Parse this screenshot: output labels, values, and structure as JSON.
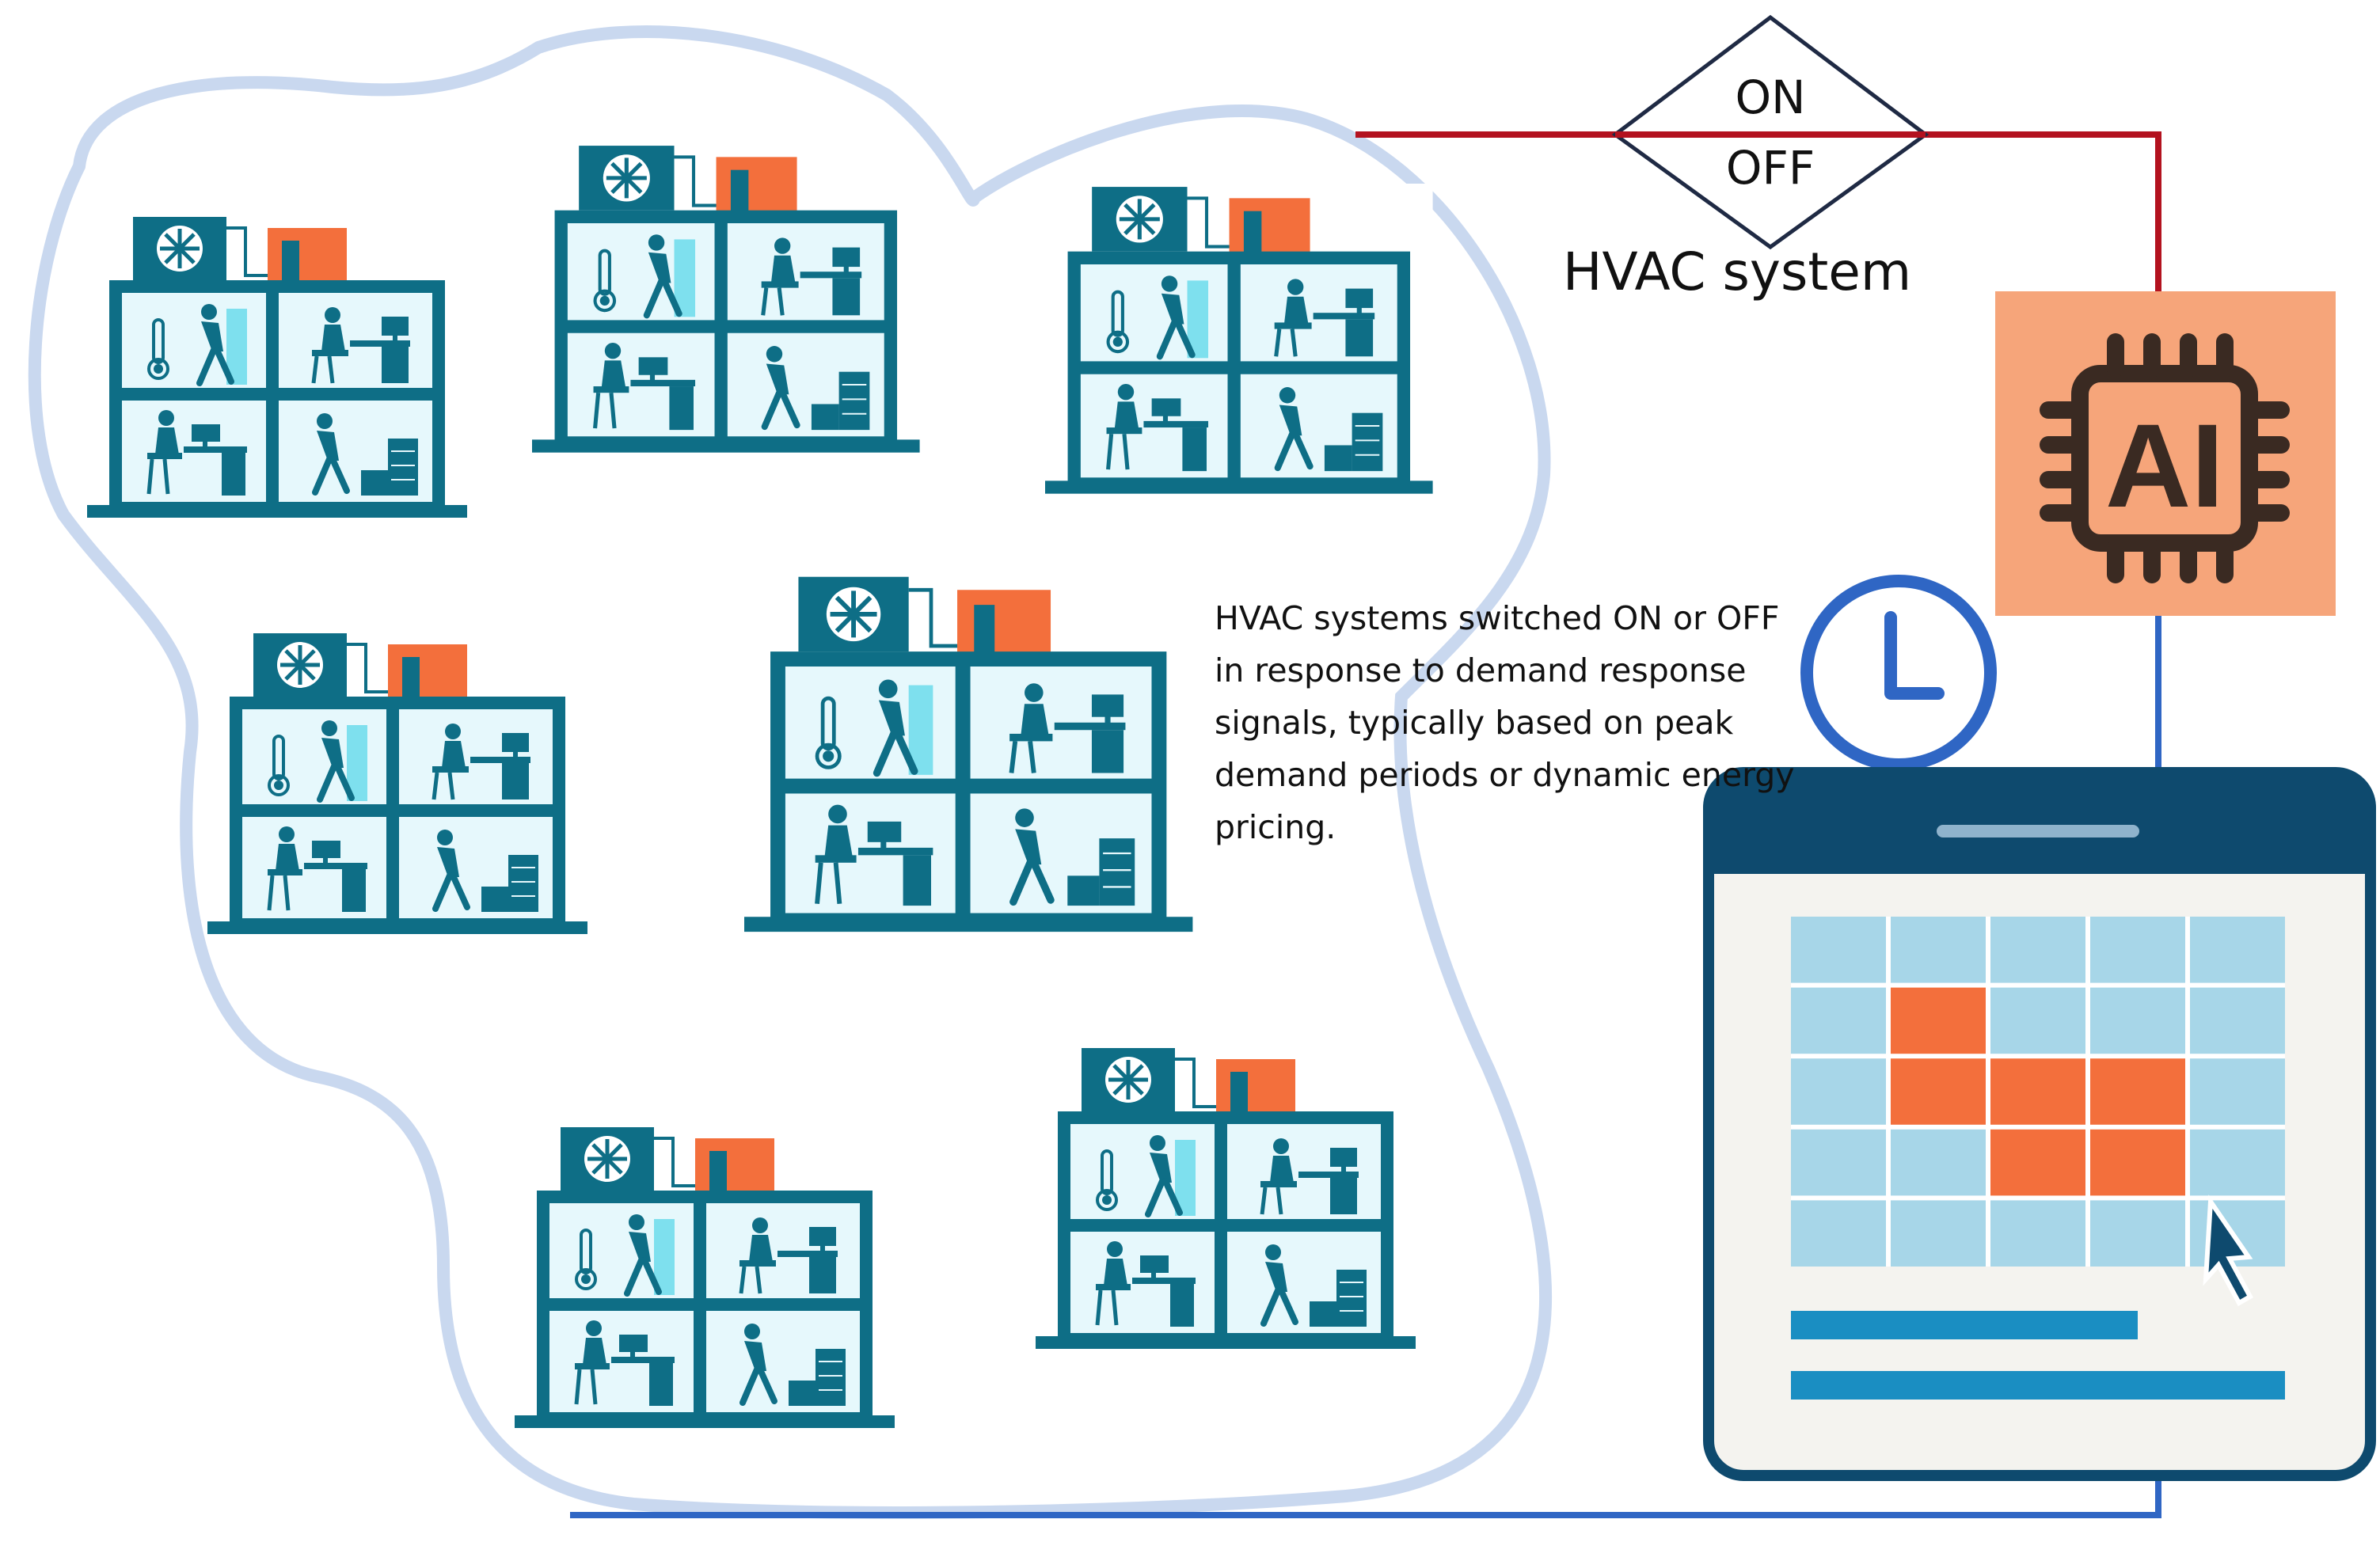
{
  "switch": {
    "on_label": "ON",
    "off_label": "OFF",
    "system_label": "HVAC system"
  },
  "description": "HVAC systems  switched ON or OFF in response to demand response signals, typically based on peak demand periods or dynamic energy pricing.",
  "ai_chip": {
    "label": "AI"
  },
  "buildings": [
    {
      "name": "building-1"
    },
    {
      "name": "building-2"
    },
    {
      "name": "building-3"
    },
    {
      "name": "building-4"
    },
    {
      "name": "building-5"
    },
    {
      "name": "building-6"
    },
    {
      "name": "building-7"
    }
  ],
  "icons": [
    "fan-icon",
    "thermometer-icon",
    "walking-person-icon",
    "person-at-desk-icon",
    "clock-icon",
    "ai-chip-icon",
    "cursor-icon"
  ],
  "calendar": {
    "rows": 5,
    "cols": 5,
    "highlighted_cells": [
      [
        1,
        1
      ],
      [
        2,
        1
      ],
      [
        2,
        2
      ],
      [
        2,
        3
      ],
      [
        3,
        2
      ],
      [
        3,
        3
      ]
    ]
  },
  "colors": {
    "building": "#0e6e86",
    "room_bg": "#e6f8fc",
    "accent_orange": "#f36f3c",
    "cluster_outline": "#c9d8ef",
    "signal_red": "#b3121f",
    "signal_blue": "#2f66c4",
    "ai_bg": "#f6a57a",
    "ai_chip": "#3a2a22",
    "calendar_header": "#0e4a6e",
    "calendar_cell": "#a7d6e8",
    "calendar_bar": "#1a8ec2"
  }
}
